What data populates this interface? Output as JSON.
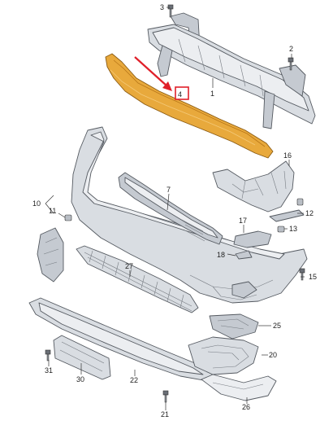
{
  "callouts": {
    "c1": "1",
    "c2": "2",
    "c3": "3",
    "c4": "4",
    "c7": "7",
    "c10": "10",
    "c11": "11",
    "c12": "12",
    "c13": "13",
    "c15": "15",
    "c16": "16",
    "c17": "17",
    "c18": "18",
    "c20": "20",
    "c21": "21",
    "c22": "22",
    "c25": "25",
    "c26": "26",
    "c27": "27",
    "c30": "30",
    "c31": "31"
  },
  "colors": {
    "highlight_part": "#e8a93c",
    "highlight_box": "#e0202a",
    "arrow": "#e0202a",
    "part_fill": "#d9dde2",
    "part_stroke": "#555a61"
  }
}
